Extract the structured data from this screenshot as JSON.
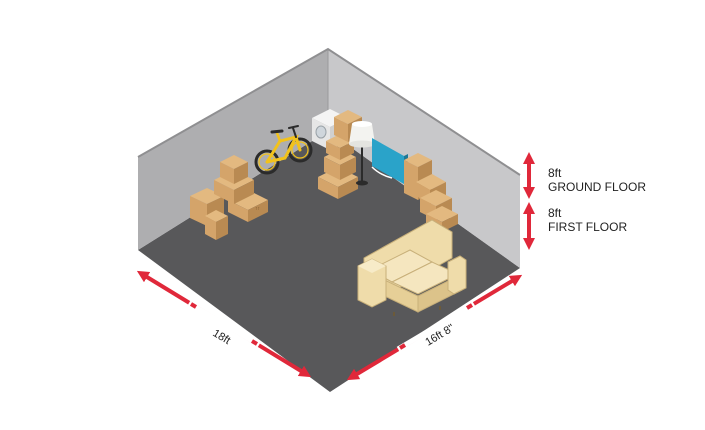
{
  "dimensions": {
    "width_label": "18ft",
    "depth_label": "16ft  8\"",
    "ground_height": "8ft",
    "ground_label": "GROUND FLOOR",
    "first_height": "8ft",
    "first_label": "FIRST FLOOR"
  },
  "box_marking": "↑↑",
  "colors": {
    "arrow": "#e0283a",
    "floor": "#58585a",
    "left_wall": "#aeaeb0",
    "right_wall": "#c8c8ca",
    "wall_top": "#8f8f91",
    "box": "#d4a46a",
    "box_top": "#e3b980",
    "box_side": "#b98a52",
    "sofa": "#efdcaa",
    "bike": "#f2c21b",
    "rug": "#2aa3c9"
  }
}
